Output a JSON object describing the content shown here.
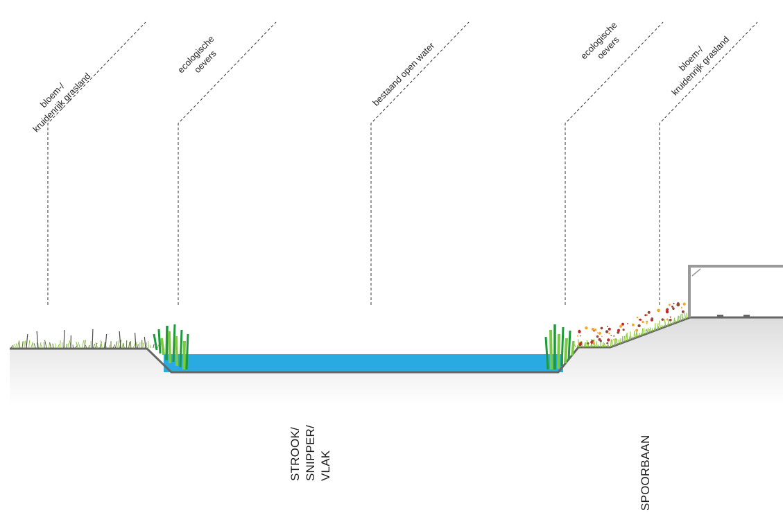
{
  "labels": {
    "left_grassland": {
      "line1": "bloem-/",
      "line2": "kruidenrijk grasland"
    },
    "left_banks": {
      "line1": "ecologische",
      "line2": "oevers"
    },
    "water": "bestaand open water",
    "right_banks": {
      "line1": "ecologische",
      "line2": "oevers"
    },
    "right_grassland": {
      "line1": "bloem-/",
      "line2": "kruidenrijk grasland"
    }
  },
  "bottom_labels": {
    "strook": {
      "line1": "STROOK/",
      "line2": "SNIPPER/",
      "line3": "VLAK"
    },
    "spoorbaan": "SPOORBAAN"
  },
  "colors": {
    "water": "#29abe2",
    "ground_line": "#666666",
    "reed_dark": "#1e9a3a",
    "reed_light": "#7ac943",
    "grass": "#8cc63f",
    "flower_brown": "#8b4a3b",
    "flower_yellow": "#f5a623",
    "structure": "#999999"
  }
}
